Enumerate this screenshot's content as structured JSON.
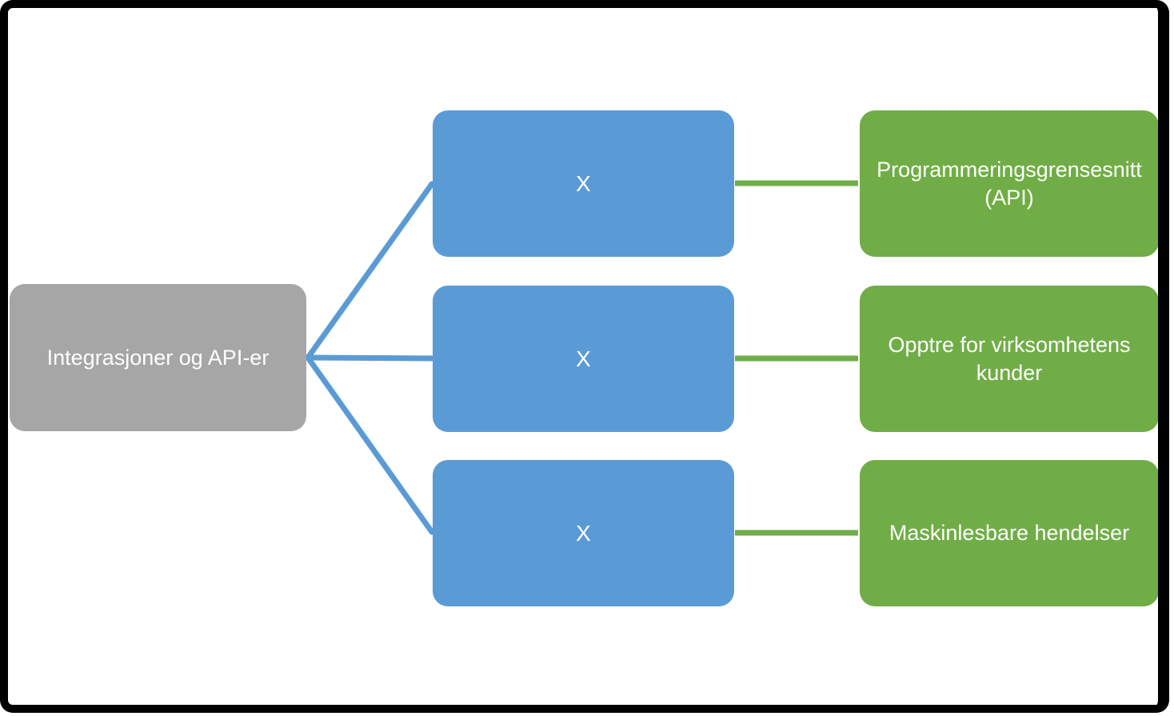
{
  "diagram": {
    "root": {
      "label": "Integrasjoner og API-er"
    },
    "branches": [
      {
        "middle": "X",
        "leaf": "Programmeringsgrensesnitt (API)"
      },
      {
        "middle": "X",
        "leaf": "Opptre for virksomhetens kunder"
      },
      {
        "middle": "X",
        "leaf": "Maskinlesbare hendelser"
      }
    ]
  },
  "colors": {
    "background": "#FFFFFF",
    "frame": "#000000",
    "root_fill": "#A6A6A6",
    "middle_fill": "#5B9BD5",
    "leaf_fill": "#70AD47",
    "blue_connector": "#5B9BD5",
    "green_connector": "#70AD47",
    "label_text": "#FFFFFF"
  }
}
